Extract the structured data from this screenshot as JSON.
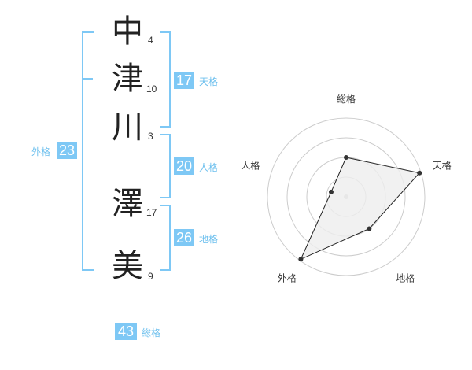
{
  "name": {
    "characters": [
      {
        "char": "中",
        "strokes": "4"
      },
      {
        "char": "津",
        "strokes": "10"
      },
      {
        "char": "川",
        "strokes": "3"
      },
      {
        "char": "澤",
        "strokes": "17"
      },
      {
        "char": "美",
        "strokes": "9"
      }
    ]
  },
  "kaku": {
    "tenkaku": {
      "value": "17",
      "label": "天格"
    },
    "jinkaku": {
      "value": "20",
      "label": "人格"
    },
    "chikaku": {
      "value": "26",
      "label": "地格"
    },
    "gaikaku": {
      "value": "23",
      "label": "外格"
    },
    "soukaku": {
      "value": "43",
      "label": "総格"
    }
  },
  "colors": {
    "accent": "#7ec8f5",
    "accent_text": "#6ec0ee",
    "polygon_fill": "#eeeeee"
  },
  "chart_data": {
    "type": "radar",
    "axes": [
      "総格",
      "天格",
      "地格",
      "外格",
      "人格"
    ],
    "values": [
      0.5,
      0.98,
      0.5,
      0.98,
      0.2
    ],
    "rings": 4
  }
}
